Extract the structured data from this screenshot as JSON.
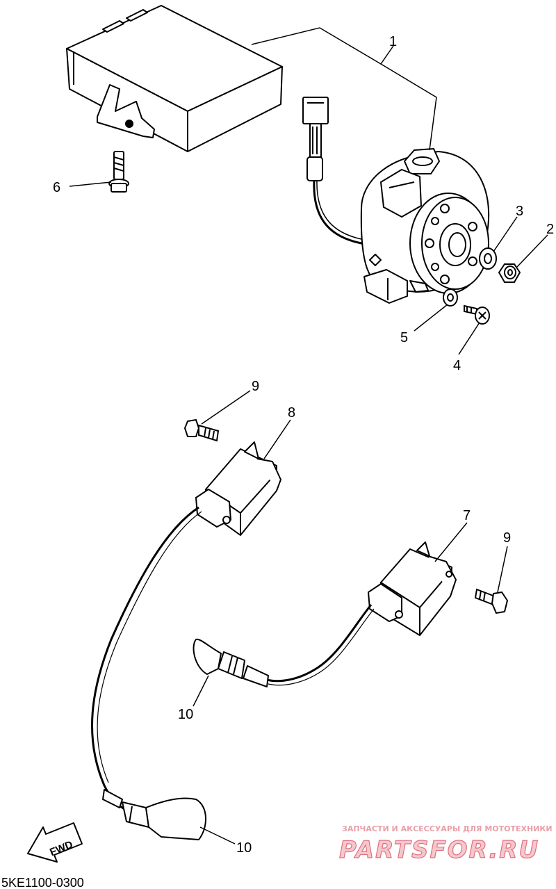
{
  "callouts": {
    "c1": "1",
    "c2": "2",
    "c3": "3",
    "c4": "4",
    "c5": "5",
    "c6": "6",
    "c7": "7",
    "c8": "8",
    "c9a": "9",
    "c9b": "9",
    "c10a": "10",
    "c10b": "10"
  },
  "diagram_code": "5KE1100-0300",
  "fwd_label": "FWD",
  "watermark": {
    "tagline": "ЗАПЧАСТИ И АКСЕССУАРЫ ДЛЯ МОТОТЕХНИКИ",
    "logo": "PARTSFOR.RU"
  },
  "colors": {
    "line": "#000000",
    "watermark_fill": "#f4c8cc",
    "watermark_stroke": "#e07080"
  }
}
